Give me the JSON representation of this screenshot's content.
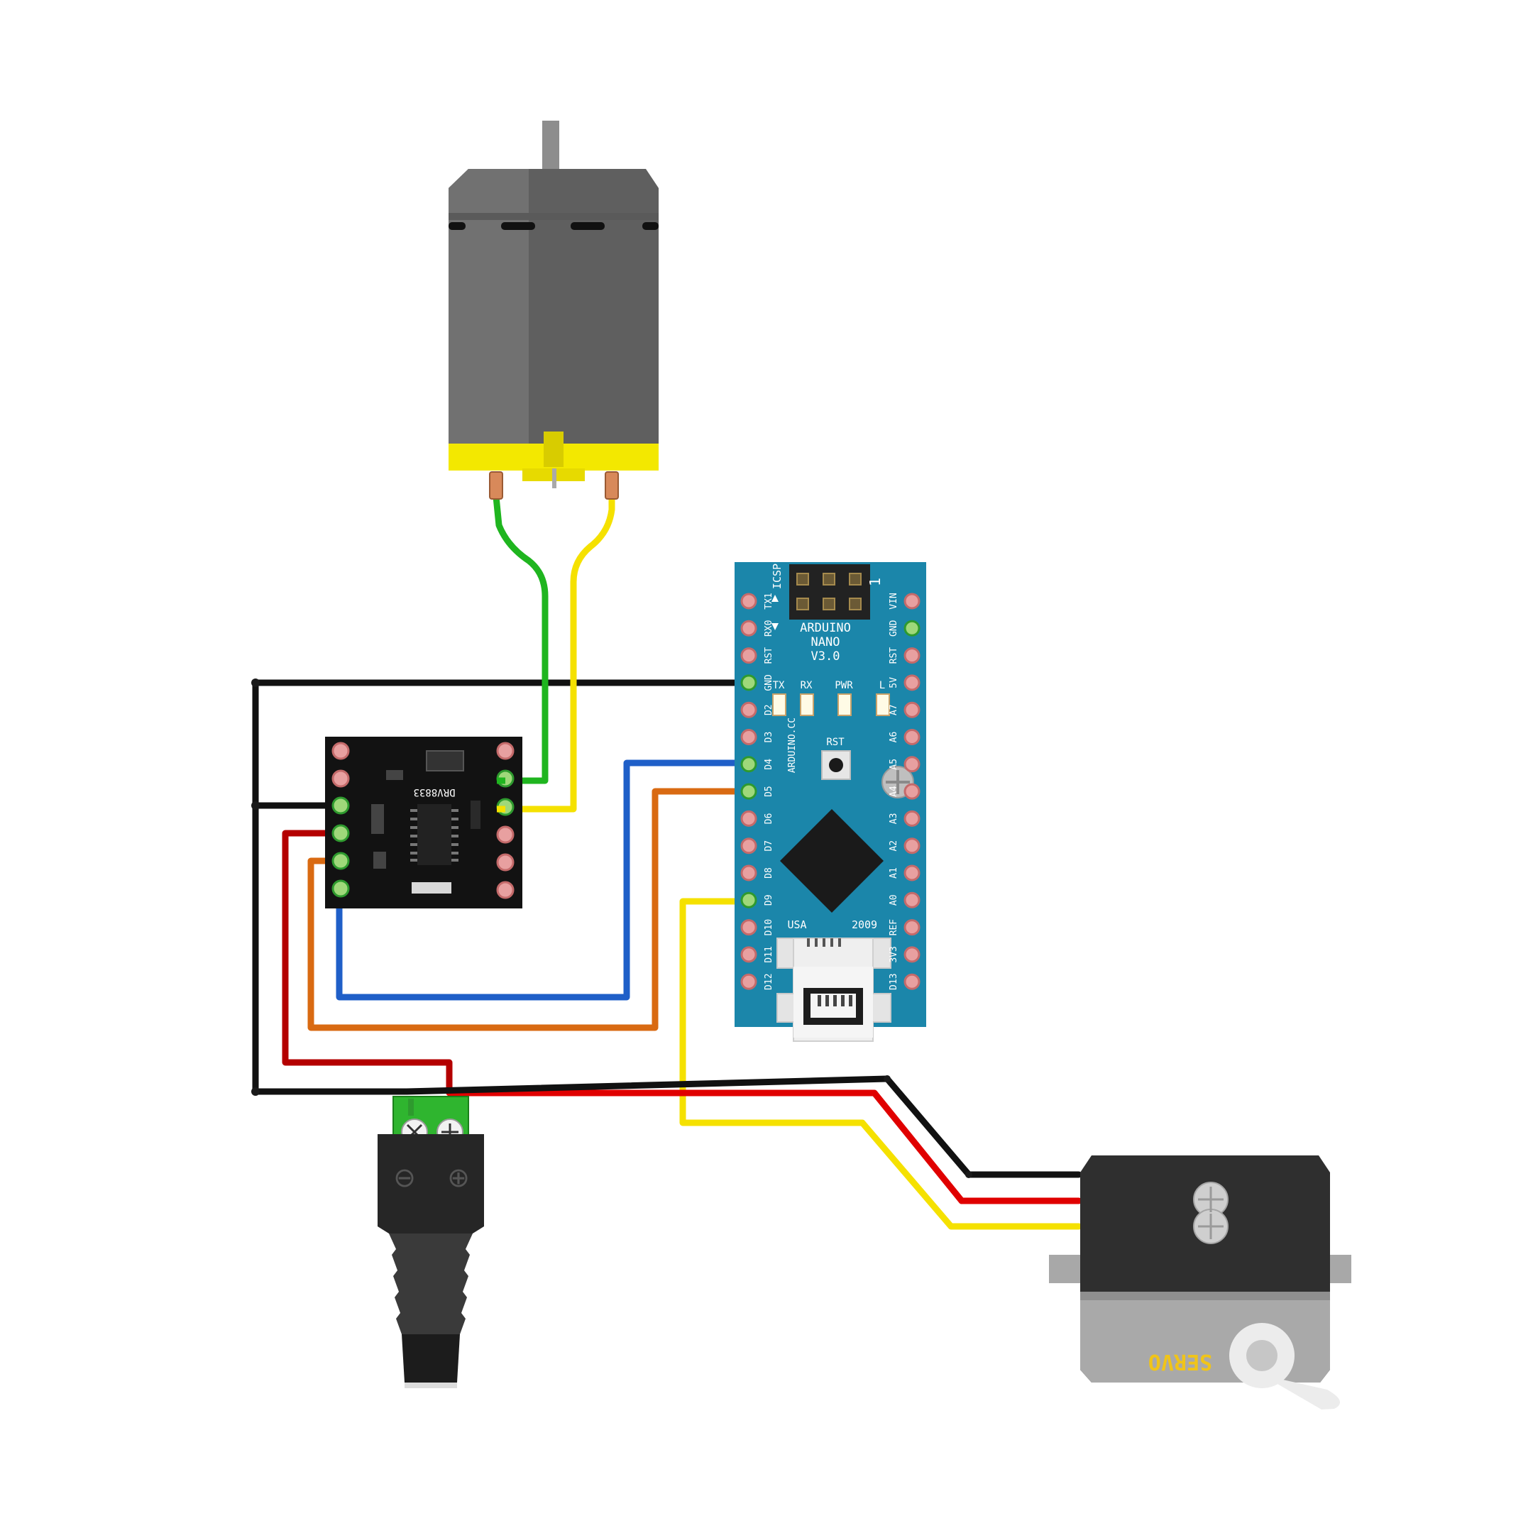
{
  "nano": {
    "title": "ARDUINO",
    "subtitle": "NANO",
    "version": "V3.0",
    "website": "ARDUINO.CC",
    "icsp": "ICSP",
    "icsp_pin1": "1",
    "leds": {
      "tx": "TX",
      "rx": "RX",
      "pwr": "PWR",
      "l": "L"
    },
    "rst_button": "RST",
    "usa": "USA",
    "year": "2009",
    "left_pins": [
      "TX1",
      "RX0",
      "RST",
      "GND",
      "D2",
      "D3",
      "D4",
      "D5",
      "D6",
      "D7",
      "D8",
      "D9",
      "D10",
      "D11",
      "D12"
    ],
    "right_pins": [
      "VIN",
      "GND",
      "RST",
      "5V",
      "A7",
      "A6",
      "A5",
      "A4",
      "A3",
      "A2",
      "A1",
      "A0",
      "REF",
      "3V3",
      "D13"
    ]
  },
  "driver": {
    "chip_label": "DRV8833"
  },
  "servo": {
    "label": "SERVO"
  },
  "barrel_jack": {
    "minus_symbol": "⊖",
    "plus_symbol": "⊕"
  },
  "colors": {
    "board_blue": "#1b86aa",
    "wire_black": "#111111",
    "wire_red": "#e00000",
    "wire_yellow": "#f5e100",
    "wire_green": "#1fb51f",
    "wire_blue": "#1f5fc8",
    "wire_orange": "#d96a12",
    "motor_gray": "#5f5f5f",
    "motor_yellow": "#f3e800",
    "servo_label": "#f0c419"
  }
}
